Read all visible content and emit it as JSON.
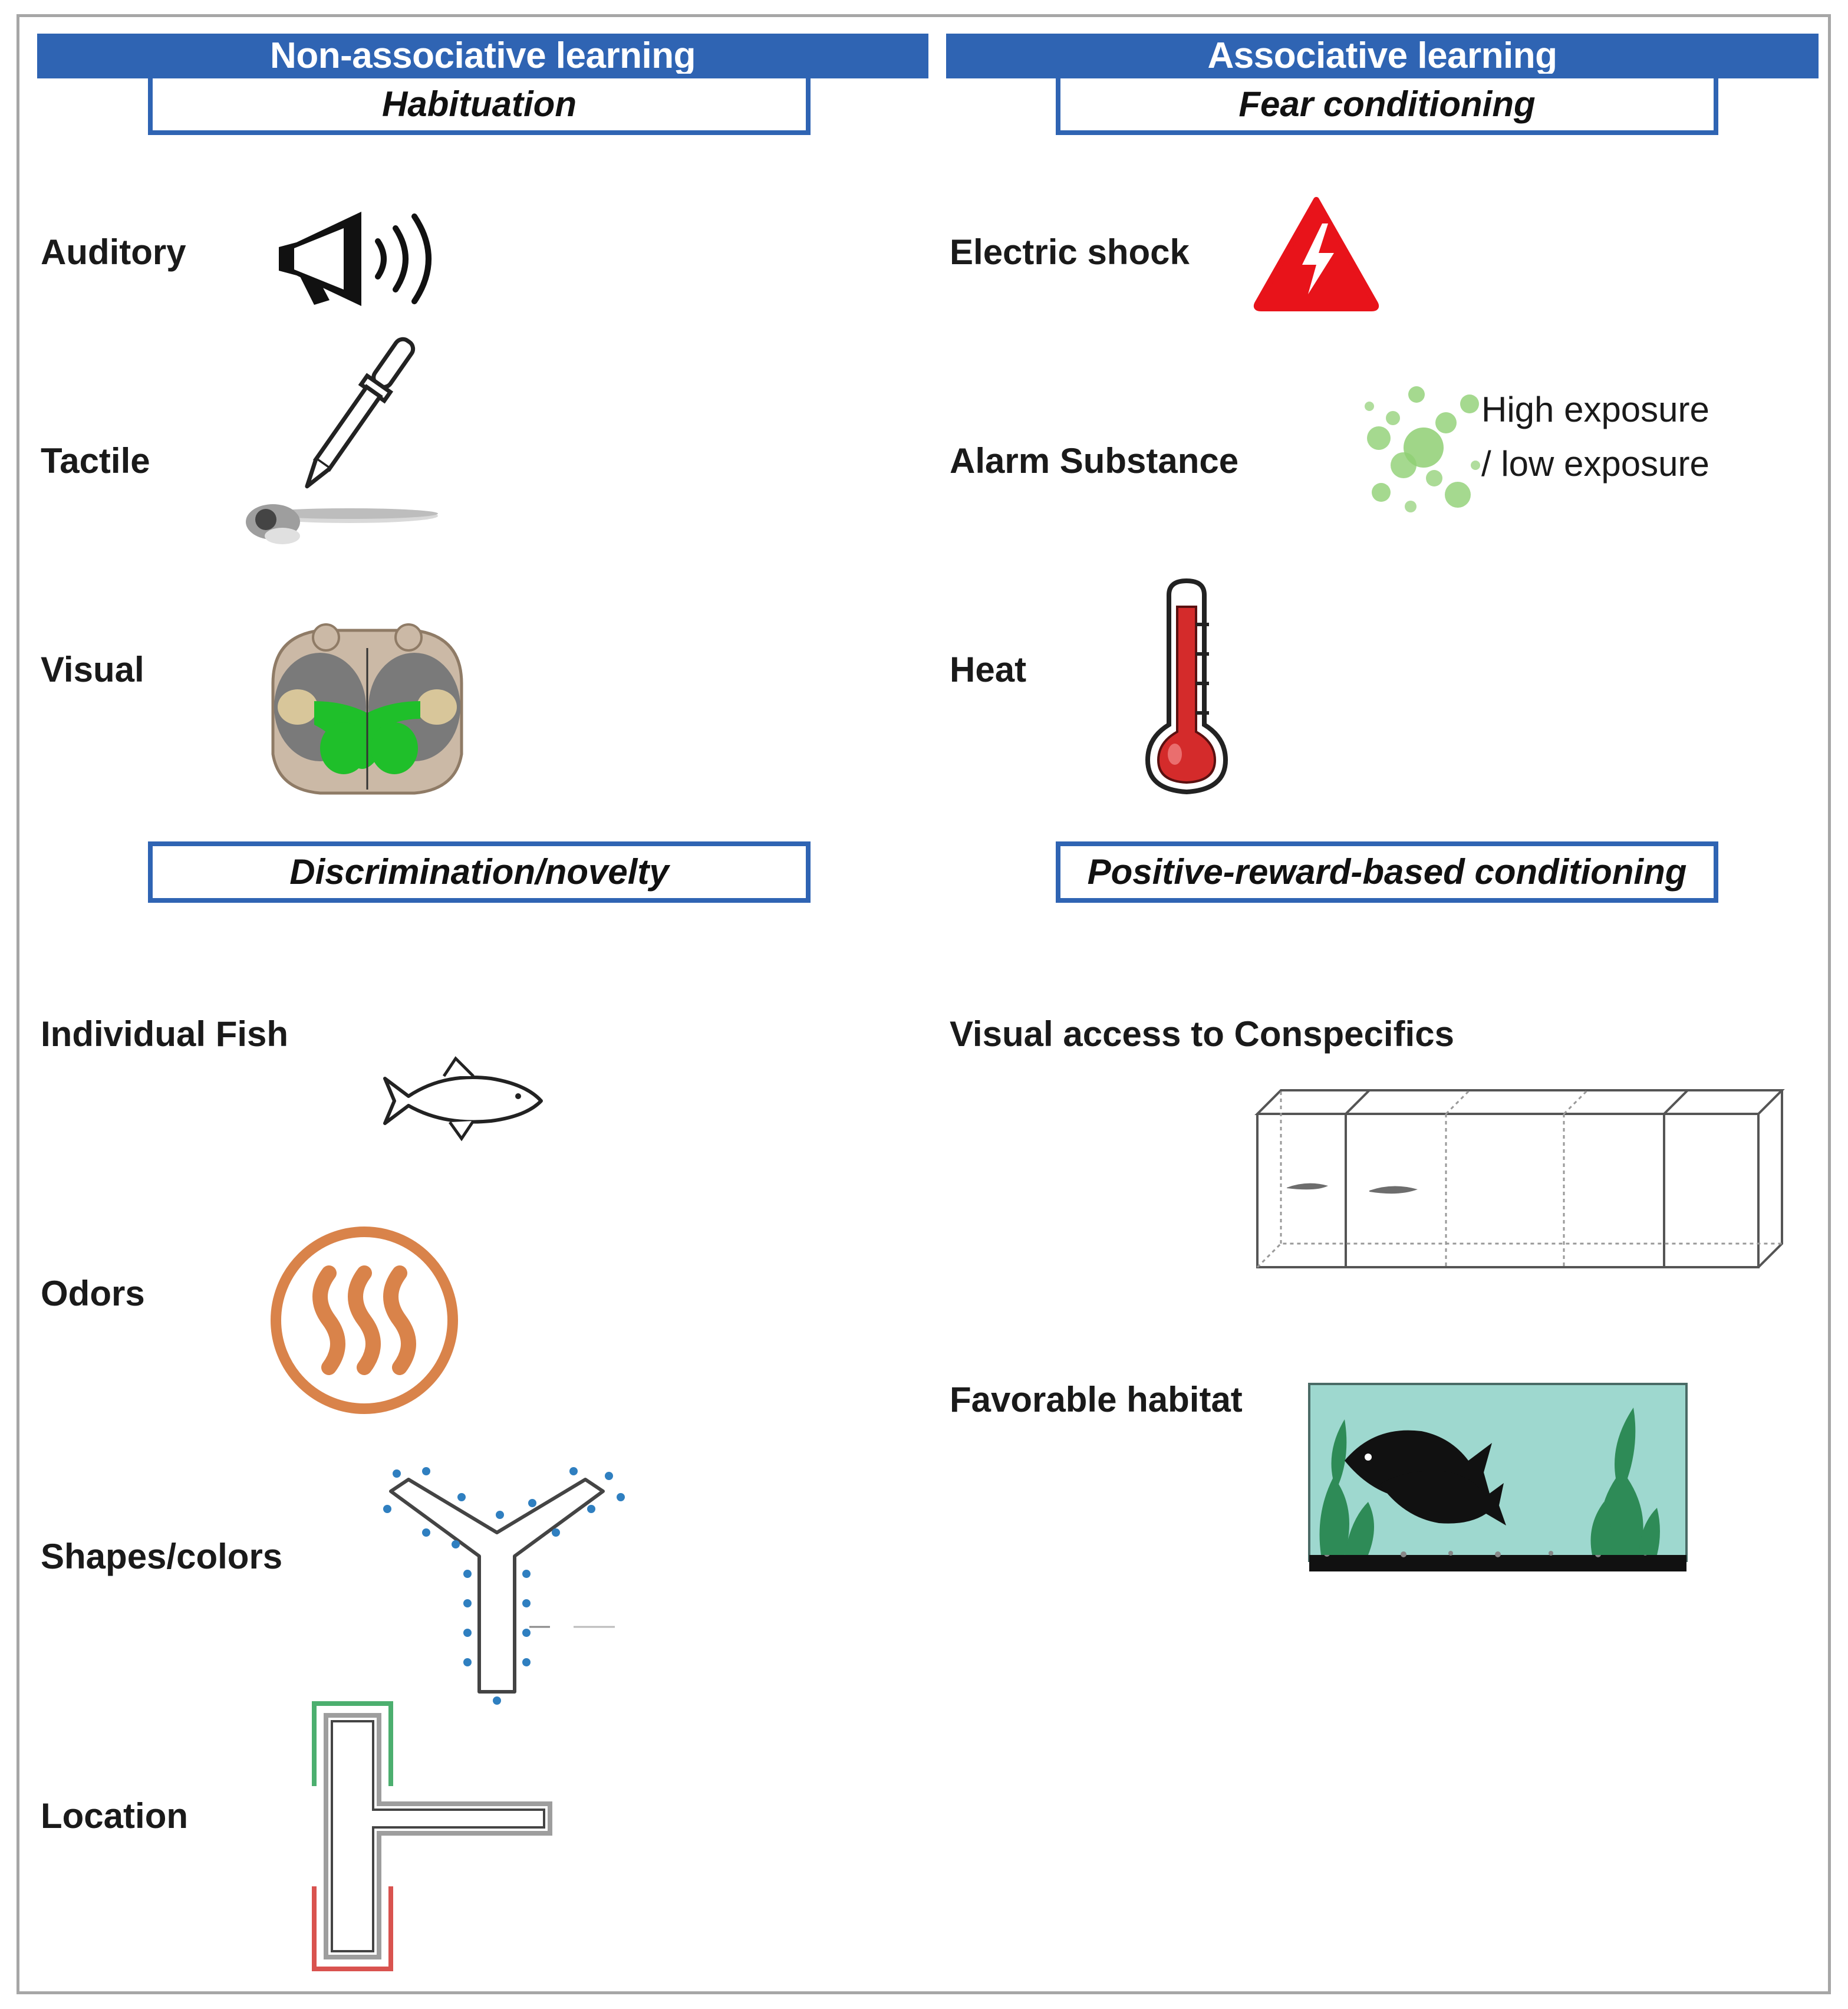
{
  "left": {
    "header": "Non-associative learning",
    "habituation": {
      "title": "Habituation",
      "items": [
        "Auditory",
        "Tactile",
        "Visual"
      ]
    },
    "discrimination": {
      "title": "Discrimination/novelty",
      "items": [
        "Individual Fish",
        "Odors",
        "Shapes/colors",
        "Location"
      ]
    }
  },
  "right": {
    "header": "Associative learning",
    "fear": {
      "title": "Fear conditioning",
      "items": [
        "Electric shock",
        "Alarm Substance",
        "Heat"
      ],
      "exposure_note": [
        "High exposure",
        "/ low exposure"
      ]
    },
    "reward": {
      "title": "Positive-reward-based conditioning",
      "items": [
        "Visual access to Conspecifics",
        "Favorable habitat"
      ]
    }
  },
  "icons": {
    "auditory": "megaphone-icon",
    "tactile": "pipette-larva-icon",
    "visual": "fish-head-optic-icon",
    "fish": "fish-outline-icon",
    "odors": "odor-steam-icon",
    "shapes": "y-maze-icon",
    "location": "t-maze-icon",
    "shock": "electric-shock-warning-icon",
    "alarm": "alarm-substance-bubbles-icon",
    "heat": "thermometer-icon",
    "conspecifics": "tank-compartments-icon",
    "habitat": "aquarium-habitat-icon"
  },
  "colors": {
    "accent_blue": "#2f64b3",
    "shock_red": "#e8131a",
    "bubble_green": "#8fcf73",
    "odor_orange": "#d9834a",
    "maze_dots": "#2f7fc0",
    "tmaze_green": "#4caf6f",
    "tmaze_red": "#d9534f",
    "thermo_red": "#d42b2b",
    "habitat_water": "#9ed8cf"
  }
}
